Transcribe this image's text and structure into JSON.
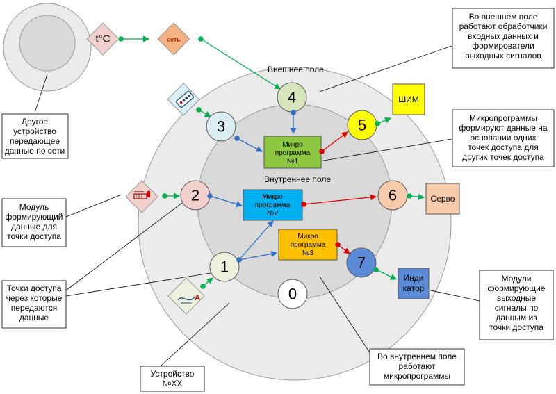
{
  "fields": {
    "outer_label": "Внешнее поле",
    "inner_label": "Внутреннее поле"
  },
  "device_label": "Устройство №XX",
  "points": [
    "0",
    "1",
    "2",
    "3",
    "4",
    "5",
    "6",
    "7"
  ],
  "microprograms": [
    {
      "line1": "Микро",
      "line2": "программа",
      "line3": "№1",
      "color": "#8dc63f"
    },
    {
      "line1": "Микро",
      "line2": "программа",
      "line3": "№2",
      "color": "#00b0f0"
    },
    {
      "line1": "Микро",
      "line2": "программа",
      "line3": "№3",
      "color": "#ffc000"
    }
  ],
  "outputs": {
    "pwm": {
      "label": "ШИМ",
      "color": "#ffff00"
    },
    "servo": {
      "label": "Серво",
      "color": "#f8cbad"
    },
    "indicator": {
      "line1": "Инди",
      "line2": "катор",
      "color": "#5b8bd6"
    }
  },
  "network": {
    "temp_label": "t°C",
    "net_label": "сеть"
  },
  "callouts": {
    "other_device": [
      "Другое",
      "устройство",
      "передающее",
      "данные по сети"
    ],
    "module": [
      "Модуль",
      "формирующий",
      "данные для",
      "точки доступа"
    ],
    "access_points": [
      "Точки доступа",
      "через которые",
      "передаются",
      "данные"
    ],
    "device": [
      "Устройство",
      "№XX"
    ],
    "outer_field": [
      "Во внешнем поле",
      "работают обработчики",
      "входных данных и",
      "формирователи",
      "выходных сигналов"
    ],
    "microprograms": [
      "Микропрограммы",
      "формируют данные на",
      "основании одних",
      "точек доступа для",
      "других точек доступа"
    ],
    "output_modules": [
      "Модули",
      "формирующие",
      "выходные",
      "сигналы по",
      "данным из",
      "точки доступа"
    ],
    "inner_field": [
      "Во внутреннем поле",
      "работают",
      "микропрограммы"
    ]
  },
  "colors": {
    "outer_field": "#ebebeb",
    "inner_field": "#d9d9d9",
    "arrow_blue": "#2f6fc4",
    "arrow_green": "#00b050",
    "arrow_red": "#e00000"
  }
}
